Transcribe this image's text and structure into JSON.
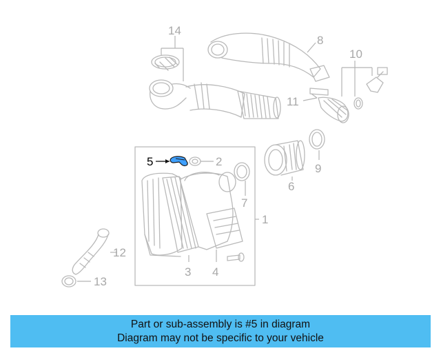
{
  "diagram": {
    "callouts": {
      "c1": "1",
      "c2": "2",
      "c3": "3",
      "c4": "4",
      "c5": "5",
      "c6": "6",
      "c7": "7",
      "c8": "8",
      "c9": "9",
      "c10": "10",
      "c11": "11",
      "c12": "12",
      "c13": "13",
      "c14": "14"
    },
    "highlighted_part": "5",
    "highlight_color": "#3fa0ff",
    "line_color": "#b9b9b9"
  },
  "banner": {
    "line1": "Part or sub-assembly is #5 in diagram",
    "line2": "Diagram may not be specific to your vehicle",
    "background": "#4fbdf2"
  }
}
